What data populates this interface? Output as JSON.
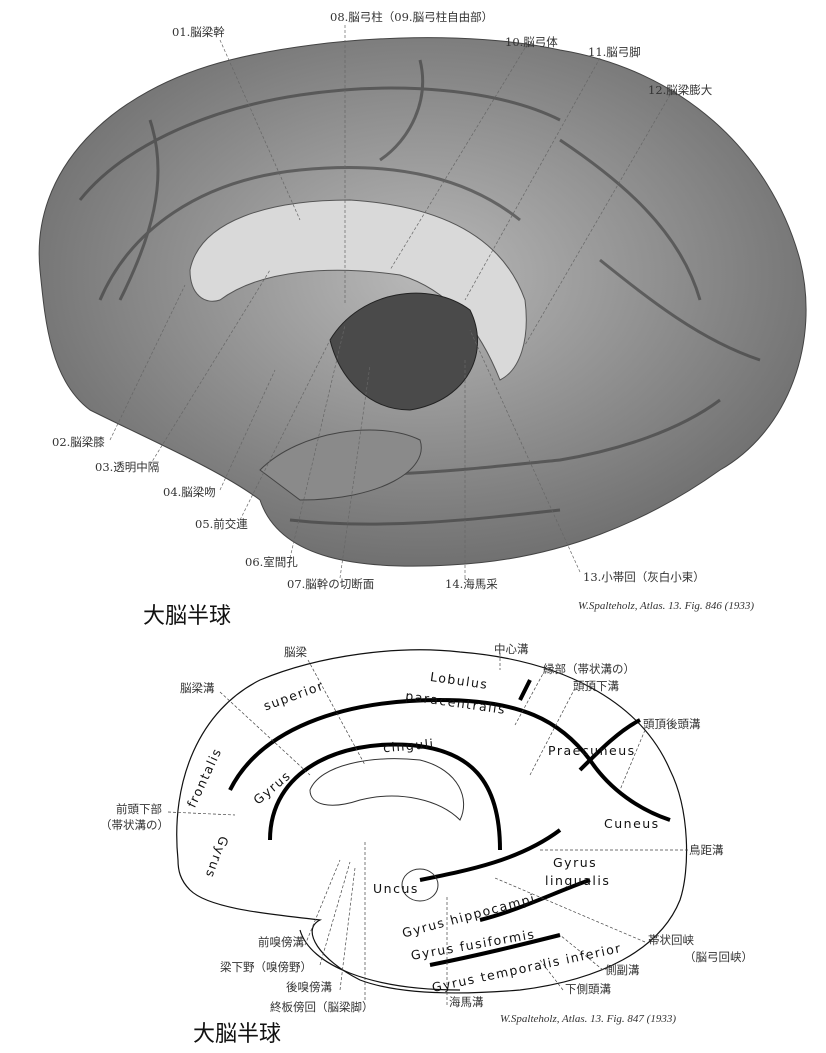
{
  "top": {
    "labels": [
      "01.脳梁幹",
      "08.脳弓柱（09.脳弓柱自由部）",
      "10.脳弓体",
      "11.脳弓脚",
      "12.脳梁膨大",
      "02.脳梁膝",
      "03.透明中隔",
      "04.脳梁吻",
      "05.前交連",
      "06.室間孔",
      "07.脳幹の切断面",
      "14.海馬采",
      "13.小帯回（灰白小束）"
    ],
    "title": "大脳半球",
    "citation": "W.Spalteholz, Atlas. 13. Fig. 846 (1933)"
  },
  "bottom": {
    "labels": [
      "脳梁",
      "脳梁溝",
      "中心溝",
      "縁部（帯状溝の）",
      "頭頂下溝",
      "頭頂後頭溝",
      "前頭下部",
      "（帯状溝の）",
      "鳥距溝",
      "前嗅傍溝",
      "梁下野（嗅傍野）",
      "後嗅傍溝",
      "終板傍回（脳梁脚）",
      "帯状回峡",
      "（脳弓回峡）",
      "側副溝",
      "下側頭溝",
      "海馬溝"
    ],
    "latin": [
      "superior",
      "Lobulus",
      "paracentralis",
      "cinguli",
      "frontalis",
      "Gyrus",
      "Praecuneus",
      "Cuneus",
      "Gyrus",
      "lingualis",
      "Uncus",
      "Gyrus hippocampi",
      "Gyrus fusiformis",
      "Gyrus temporalis inferior",
      "Gyrus"
    ],
    "title": "大脳半球",
    "citation": "W.Spalteholz, Atlas. 13. Fig. 847 (1933)"
  }
}
